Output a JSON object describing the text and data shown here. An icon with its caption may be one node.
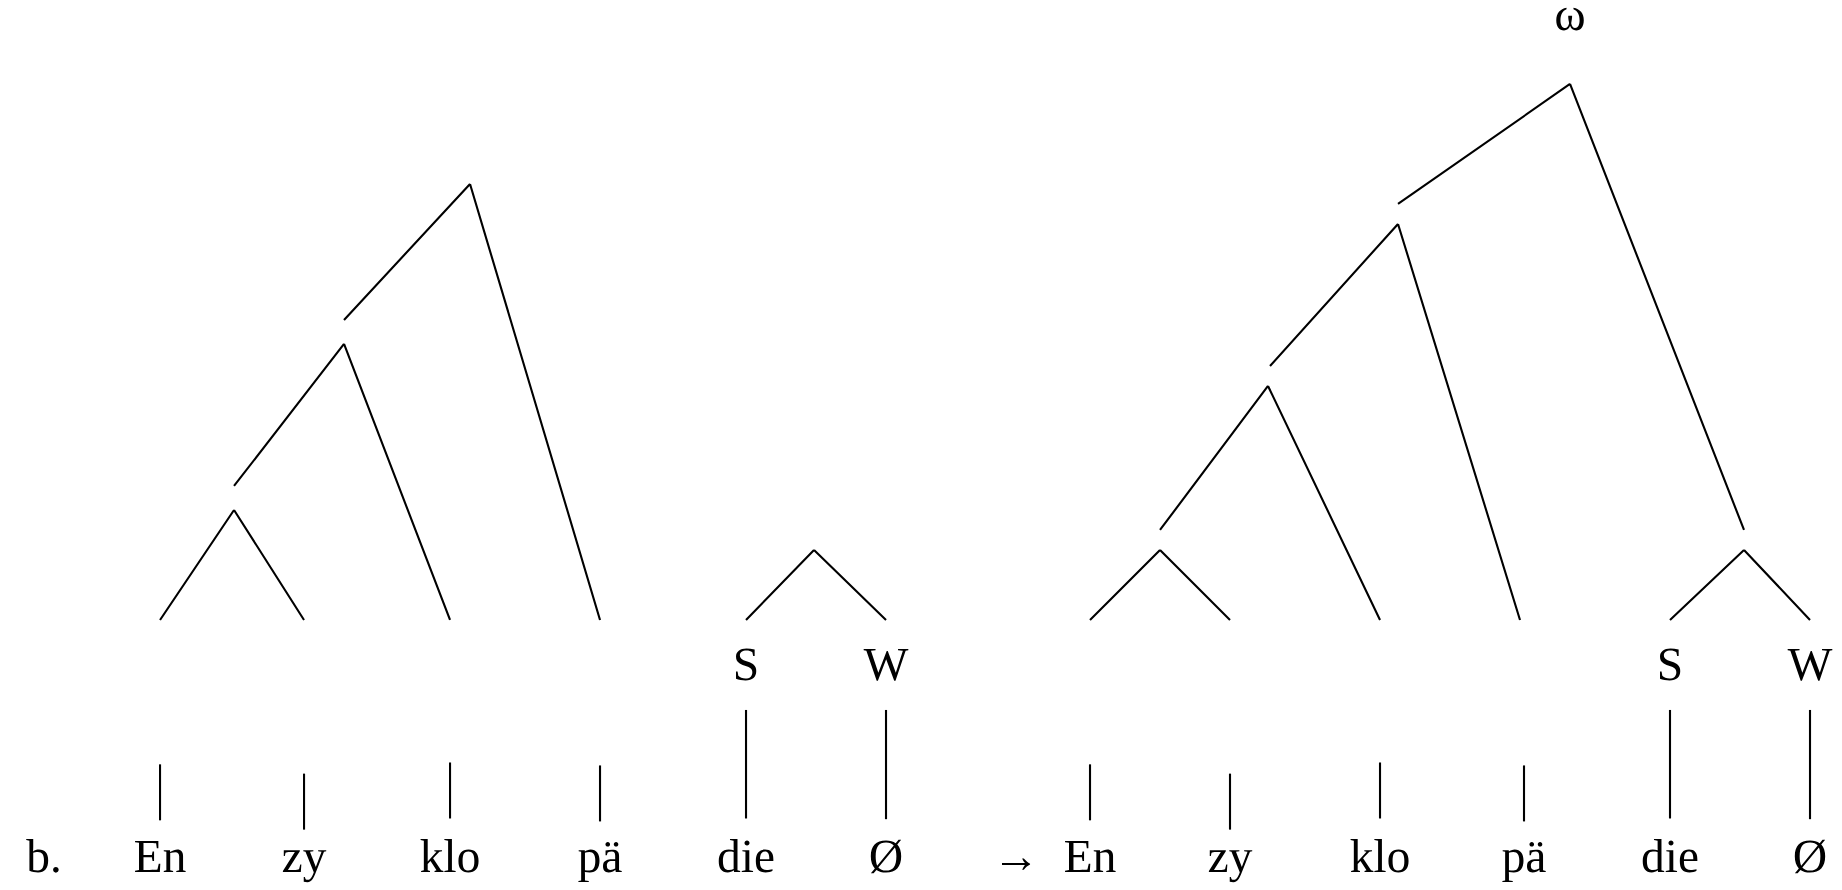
{
  "diagram": {
    "nodes": [
      {
        "text": [
          "En"
        ]
      },
      {
        "text": [
          "zy"
        ]
      },
      {
        "text": [
          "klo"
        ]
      },
      {
        "text": [
          "pä"
        ]
      },
      {
        "text": [
          "die"
        ]
      },
      {
        "text": [
          "Ø"
        ]
      },
      {
        "text": [
          "En"
        ]
      },
      {
        "text": [
          "zy"
        ]
      },
      {
        "text": [
          "klo"
        ]
      },
      {
        "text": [
          "pä"
        ]
      },
      {
        "text": [
          "die"
        ]
      },
      {
        "text": [
          "Ø"
        ]
      },
      {
        "text": [
          "S"
        ]
      },
      {
        "text": [
          "W"
        ]
      },
      {
        "text": [
          "S"
        ]
      },
      {
        "text": [
          "W"
        ]
      },
      {
        "text": [
          "ω"
        ]
      }
    ],
    "edges": [
      {
        "from": null,
        "to": 0,
        "arrow": "none"
      },
      {
        "from": null,
        "to": 1,
        "arrow": "none"
      },
      {
        "from": null,
        "to": 2,
        "arrow": "none"
      },
      {
        "from": null,
        "to": 3,
        "arrow": "none"
      },
      {
        "from": 12,
        "to": 4,
        "arrow": "none"
      },
      {
        "from": 13,
        "to": 5,
        "arrow": "none"
      },
      {
        "from": null,
        "to": 6,
        "arrow": "none"
      },
      {
        "from": null,
        "to": 7,
        "arrow": "none"
      },
      {
        "from": null,
        "to": 8,
        "arrow": "none"
      },
      {
        "from": null,
        "to": 9,
        "arrow": "none"
      },
      {
        "from": 14,
        "to": 10,
        "arrow": "none"
      },
      {
        "from": 15,
        "to": 11,
        "arrow": "none"
      }
    ],
    "labels": [
      "b.",
      "→"
    ]
  }
}
